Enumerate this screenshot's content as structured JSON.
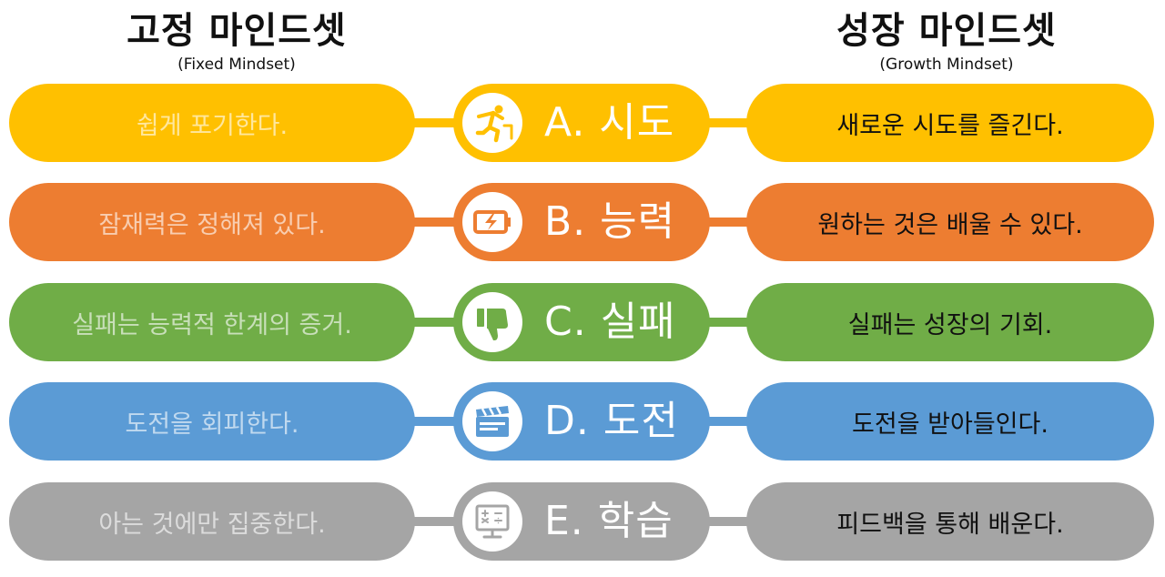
{
  "headers": {
    "fixed": {
      "title": "고정 마인드셋",
      "subtitle": "(Fixed Mindset)"
    },
    "growth": {
      "title": "성장 마인드셋",
      "subtitle": "(Growth Mindset)"
    }
  },
  "rows": [
    {
      "color": "#FFC000",
      "fixed": "쉽게 포기한다.",
      "topic": "A. 시도",
      "icon": "running-person-icon",
      "growth": "새로운 시도를 즐긴다."
    },
    {
      "color": "#ED7D31",
      "fixed": "잠재력은 정해져 있다.",
      "topic": "B. 능력",
      "icon": "battery-charging-icon",
      "growth": "원하는 것은 배울 수 있다."
    },
    {
      "color": "#70AD47",
      "fixed": "실패는 능력적 한계의 증거.",
      "topic": "C. 실패",
      "icon": "thumbs-down-icon",
      "growth": "실패는 성장의 기회."
    },
    {
      "color": "#5B9BD5",
      "fixed": "도전을 회피한다.",
      "topic": "D. 도전",
      "icon": "clapperboard-icon",
      "growth": "도전을 받아들인다."
    },
    {
      "color": "#A5A5A5",
      "fixed": "아는 것에만 집중한다.",
      "topic": "E. 학습",
      "icon": "calculator-monitor-icon",
      "growth": "피드백을 통해 배운다."
    }
  ]
}
